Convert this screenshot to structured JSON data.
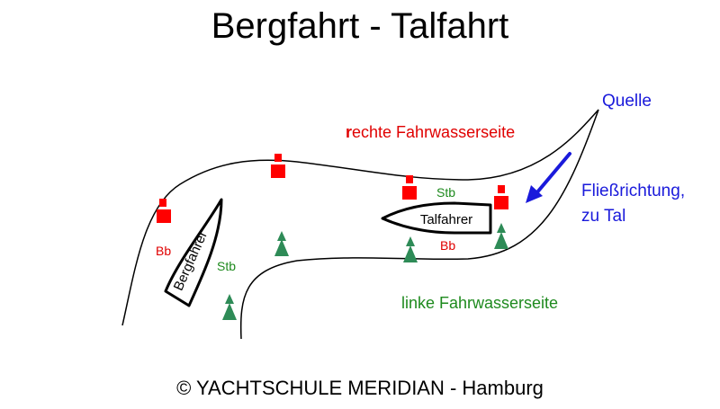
{
  "title": "Bergfahrt - Talfahrt",
  "labels": {
    "source": "Quelle",
    "right_side_first": "r",
    "right_side_rest": "echte Fahrwasserseite",
    "left_side": "linke Fahrwasserseite",
    "flow_line1": "Fließrichtung,",
    "flow_line2": "zu Tal",
    "upstream_boat": "Bergfahrer",
    "downstream_boat": "Talfahrer",
    "bb_upstream": "Bb",
    "stb_upstream": "Stb",
    "bb_downstream": "Bb",
    "stb_downstream": "Stb"
  },
  "footer": "© YACHTSCHULE MERIDIAN - Hamburg",
  "colors": {
    "river_bank": "#000000",
    "red_buoy": "#ff0000",
    "green_buoy": "#2e8b57",
    "flow_arrow": "#1a1adb"
  },
  "icons": {
    "red_buoy": "red-square-buoy-icon",
    "green_buoy": "green-cone-buoy-icon",
    "flow_arrow": "flow-arrow-icon"
  }
}
